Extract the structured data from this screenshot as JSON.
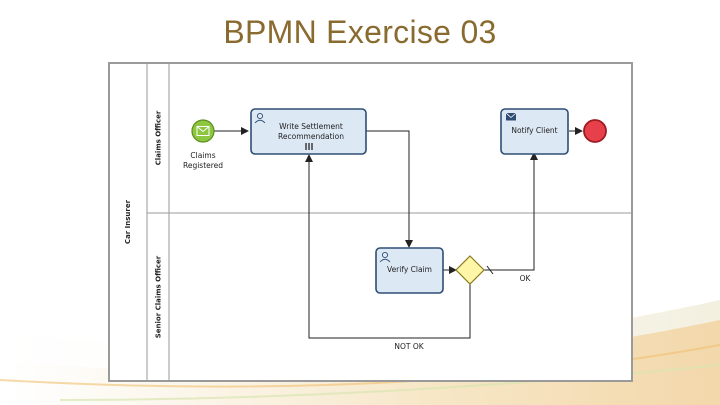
{
  "slide": {
    "title": "BPMN Exercise 03"
  },
  "diagram": {
    "pool": {
      "label": "Car Insurer"
    },
    "lanes": [
      {
        "label": "Claims Officer"
      },
      {
        "label": "Senior Claims Officer"
      }
    ],
    "start_event": {
      "label": "Claims Registered",
      "icon": "envelope-icon"
    },
    "tasks": [
      {
        "label": "Write Settlement Recommendation",
        "type": "user-task",
        "marker": "multi-instance-parallel"
      },
      {
        "label": "Notify Client",
        "type": "send-task"
      },
      {
        "label": "Verify Claim",
        "type": "user-task"
      }
    ],
    "gateway": {
      "type": "exclusive"
    },
    "flows": [
      {
        "label": "OK"
      },
      {
        "label": "NOT OK"
      }
    ],
    "end_event": {
      "type": "none"
    },
    "colors": {
      "task_fill": "#dde8f5",
      "task_stroke": "#2e4e75",
      "start_fill": "#8dc63f",
      "end_fill": "#e8404a",
      "gateway_fill": "#fff6a8",
      "title_color": "#8a6b2f"
    }
  }
}
